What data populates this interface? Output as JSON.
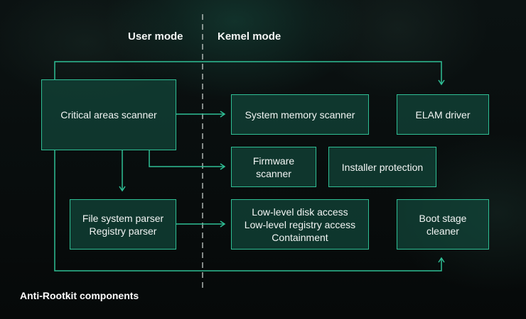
{
  "headings": {
    "user_mode": "User mode",
    "kernel_mode": "Kemel mode"
  },
  "boxes": {
    "critical_areas_scanner": [
      "Critical areas scanner"
    ],
    "system_memory_scanner": [
      "System memory scanner"
    ],
    "elam_driver": [
      "ELAM driver"
    ],
    "firmware_scanner": [
      "Firmware",
      "scanner"
    ],
    "installer_protection": [
      "Installer protection"
    ],
    "parsers": [
      "File system parser",
      "Registry parser"
    ],
    "low_level": [
      "Low-level disk access",
      "Low-level registry access",
      "Containment"
    ],
    "boot_stage_cleaner": [
      "Boot stage",
      "cleaner"
    ]
  },
  "caption": "Anti-Rootkit components",
  "colors": {
    "accent": "#2fbf95",
    "box_fill": "#124638",
    "text": "#f2f5f4"
  }
}
